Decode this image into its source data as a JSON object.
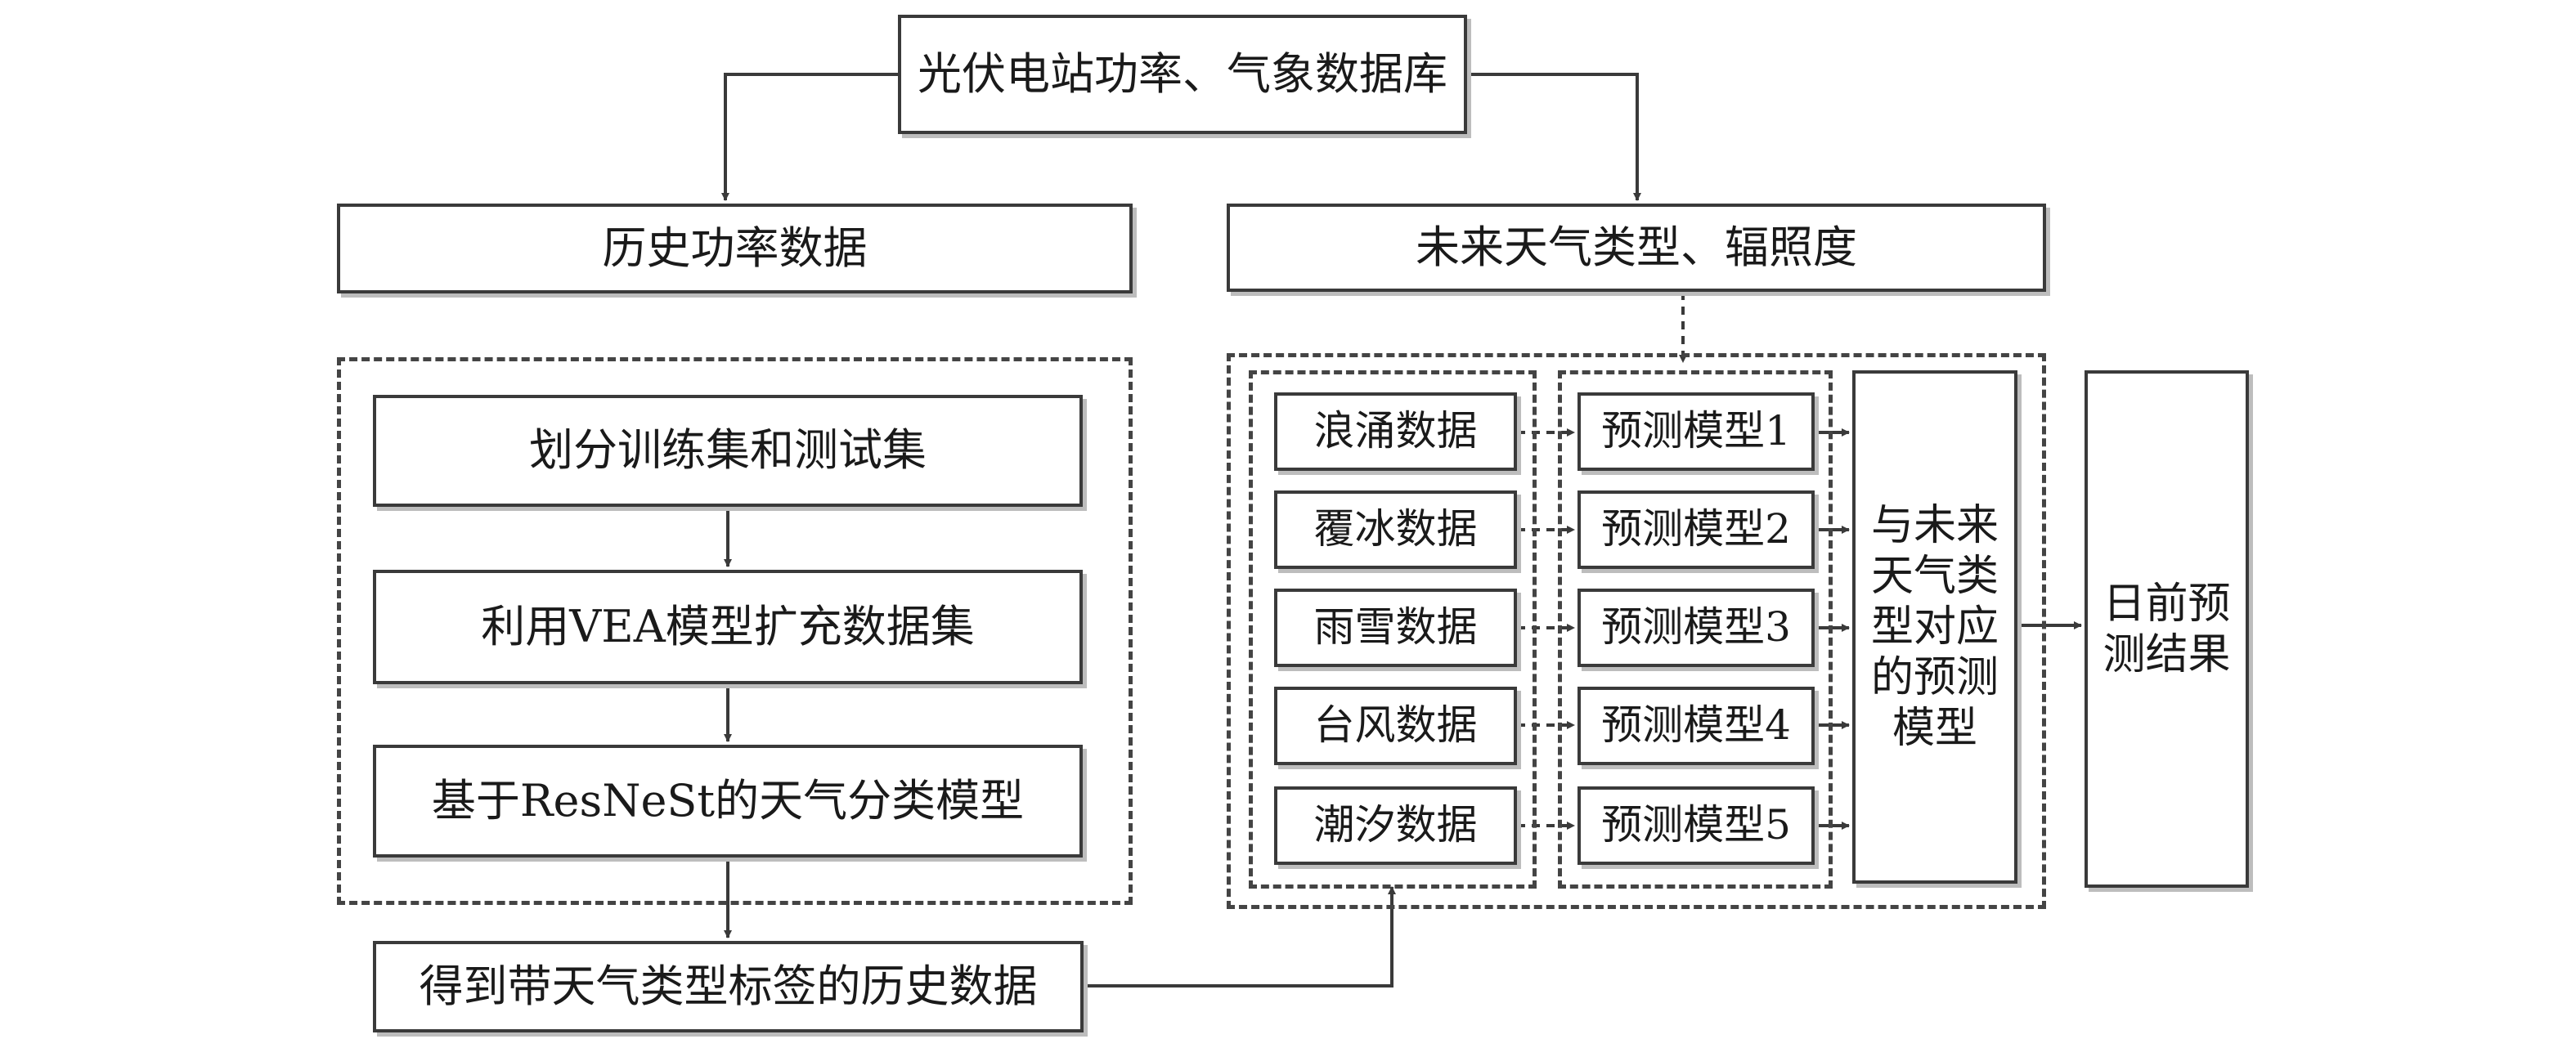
{
  "boxes": {
    "database": "光伏电站功率、气象数据库",
    "history_power": "历史功率数据",
    "future_weather": "未来天气类型、辐照度",
    "split": "划分训练集和测试集",
    "vea": "利用VEA模型扩充数据集",
    "resnest": "基于ResNeSt的天气分类模型",
    "labeled": "得到带天气类型标签的历史数据",
    "matched_model_lines": [
      "与未来",
      "天气类",
      "型对应",
      "的预测",
      "模型"
    ],
    "result_lines": [
      "日前预",
      "测结果"
    ]
  },
  "data_types": [
    "浪涌数据",
    "覆冰数据",
    "雨雪数据",
    "台风数据",
    "潮汐数据"
  ],
  "models": [
    "预测模型1",
    "预测模型2",
    "预测模型3",
    "预测模型4",
    "预测模型5"
  ]
}
